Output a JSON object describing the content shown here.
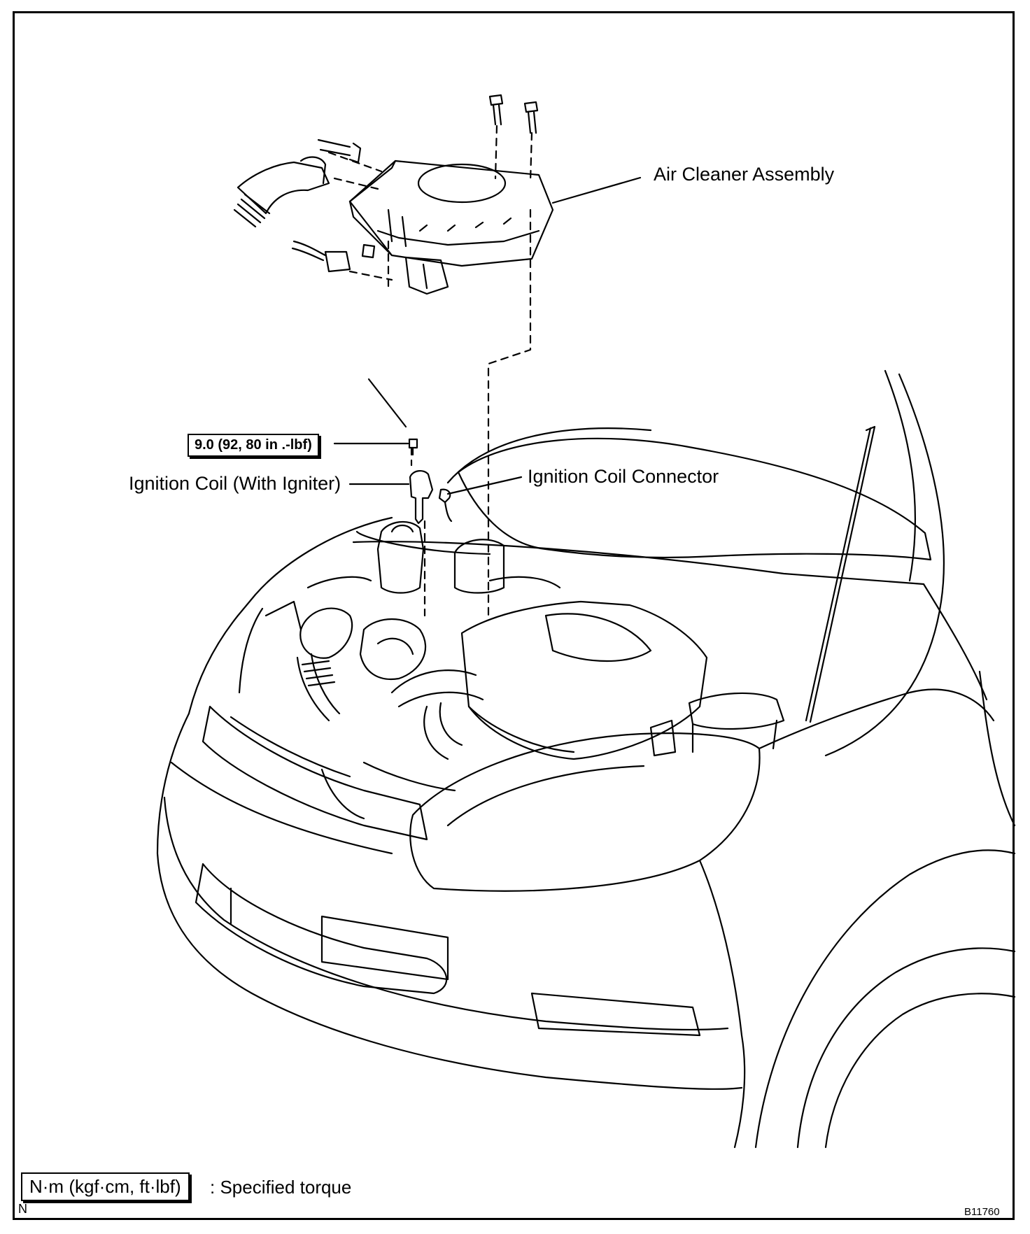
{
  "labels": {
    "air_cleaner": "Air Cleaner Assembly",
    "ignition_coil": "Ignition Coil (With Igniter)",
    "ignition_coil_connector": "Ignition Coil Connector"
  },
  "torque": {
    "value": "9.0 (92, 80 in .-lbf)"
  },
  "legend": {
    "unit": "N·m (kgf·cm, ft·lbf)",
    "description": ": Specified torque"
  },
  "corner_left": "N",
  "figure_id": "B11760"
}
